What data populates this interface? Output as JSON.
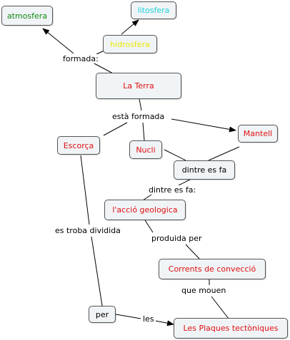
{
  "colors": {
    "node_fill": "#f0f4f7",
    "node_border": "#555555",
    "text_red": "#e01010",
    "text_green": "#118811",
    "text_cyan": "#1fd0d8",
    "text_yellow": "#e8e800",
    "text_black": "#000000",
    "line": "#000000"
  },
  "nodes": {
    "atmosfera": "atmosfera",
    "litosfera": "litosfera",
    "hidrosfera": "hidrosfera",
    "la_terra": "La Terra",
    "escorca": "Escorça",
    "nucli": "Nucli",
    "mantell": "Mantell",
    "dintre_es_fa": "dintre es fa",
    "accio_geologica": "l'acció geologica",
    "corrents": "Corrents de convecció",
    "per": "per",
    "plaques": "Les Plaques tectòniques"
  },
  "links": {
    "formada": "formada:",
    "esta_formada": "està formada",
    "dintre_es_fa": "dintre es fa:",
    "es_troba_dividida": "es troba dividida",
    "produida_per": "produida per",
    "que_mouen": "que mouen",
    "les": "les"
  }
}
